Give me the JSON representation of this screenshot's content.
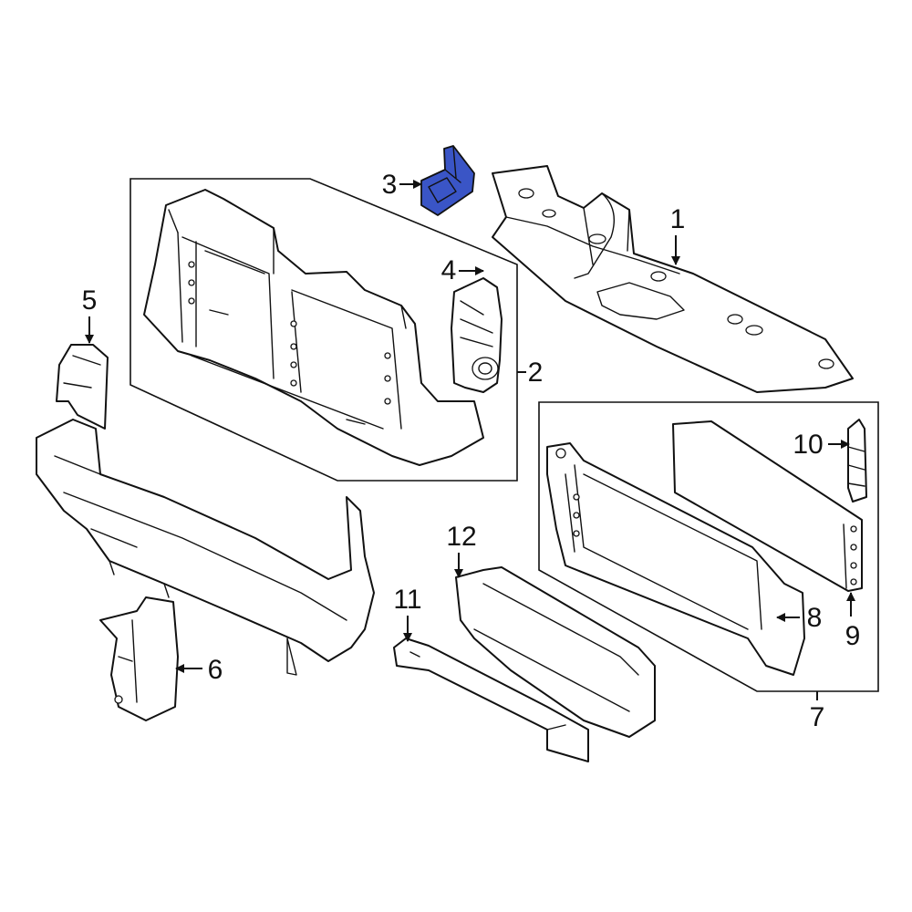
{
  "diagram": {
    "highlight_color": "#3a55c6",
    "line_color": "#111111",
    "background": "#ffffff",
    "callouts": [
      {
        "id": "1",
        "label": "1"
      },
      {
        "id": "2",
        "label": "2"
      },
      {
        "id": "3",
        "label": "3",
        "highlighted": true
      },
      {
        "id": "4",
        "label": "4"
      },
      {
        "id": "5",
        "label": "5"
      },
      {
        "id": "6",
        "label": "6"
      },
      {
        "id": "7",
        "label": "7"
      },
      {
        "id": "8",
        "label": "8"
      },
      {
        "id": "9",
        "label": "9"
      },
      {
        "id": "10",
        "label": "10"
      },
      {
        "id": "11",
        "label": "11"
      },
      {
        "id": "12",
        "label": "12"
      }
    ]
  }
}
